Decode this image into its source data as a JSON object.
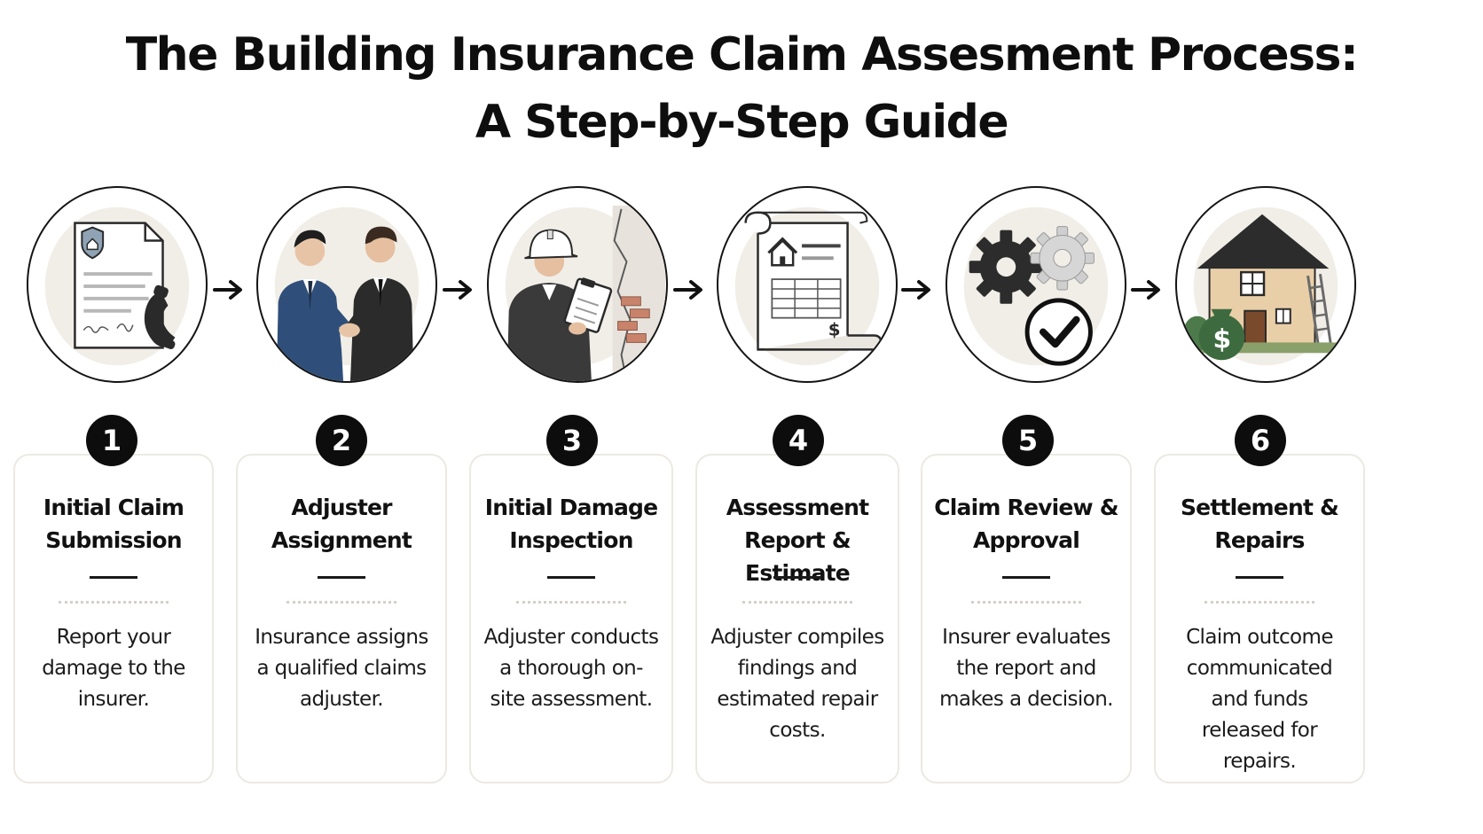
{
  "title": {
    "line1": "The Building Insurance Claim Assesment Process:",
    "line2": "A Step-by-Step Guide"
  },
  "steps": [
    {
      "number": "1",
      "title": "Initial Claim Submission",
      "description": "Report your damage to the insurer.",
      "icon": "claim-document-phone-icon"
    },
    {
      "number": "2",
      "title": "Adjuster Assignment",
      "description": "Insurance assigns a qualified claims adjuster.",
      "icon": "handshake-icon"
    },
    {
      "number": "3",
      "title": "Initial Damage Inspection",
      "description": "Adjuster conducts a thorough on-site assessment.",
      "icon": "inspector-clipboard-icon"
    },
    {
      "number": "4",
      "title": "Assessment Report & Estimate",
      "description": "Adjuster compiles findings and estimated repair costs.",
      "icon": "report-scroll-icon"
    },
    {
      "number": "5",
      "title": "Claim Review & Approval",
      "description": "Insurer evaluates the report and makes a decision.",
      "icon": "gears-checkmark-icon"
    },
    {
      "number": "6",
      "title": "Settlement & Repairs",
      "description": "Claim outcome communicated and funds released for repairs.",
      "icon": "house-money-icon"
    }
  ],
  "colors": {
    "ink": "#111111",
    "card_border": "#ece9e3",
    "dotted_rule": "#d4d0c9",
    "circle_wash": "#f1eee8",
    "suit_blue": "#2f4f7a",
    "suit_dark": "#2b2b2b",
    "house_wall": "#e9cfa8",
    "money_green": "#3d6b3f",
    "brick": "#c9836a"
  }
}
